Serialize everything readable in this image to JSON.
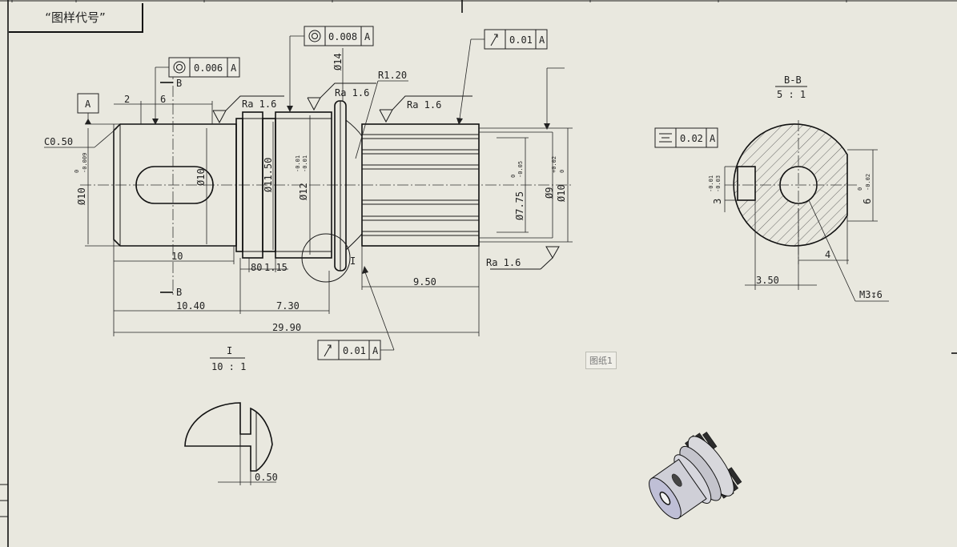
{
  "sheet": {
    "title_stamp": "“图样代号”",
    "sheet_label": "图纸1"
  },
  "main_view": {
    "datum_a": "A",
    "chamfer": "C0.50",
    "radius": "R1.20",
    "section_mark": "B",
    "detail_mark": "I",
    "roughness": [
      "Ra 1.6",
      "Ra 1.6",
      "Ra 1.6",
      "Ra 1.6"
    ],
    "gdt": [
      {
        "symbol": "concentricity",
        "value": "0.006",
        "datum": "A"
      },
      {
        "symbol": "concentricity",
        "value": "0.008",
        "datum": "A"
      },
      {
        "symbol": "runout",
        "value": "0.01",
        "datum": "A"
      },
      {
        "symbol": "runout",
        "value": "0.01",
        "datum": "A"
      }
    ],
    "dims": {
      "d2": "2",
      "d6": "6",
      "d10": "10",
      "d080": "80",
      "d115": "1.15",
      "d950": "9.50",
      "d1040": "10.40",
      "d730": "7.30",
      "d2990": "29.90",
      "phi10": "Ø10",
      "phi10_tol_up": "0",
      "phi10_tol_lo": "-0.009",
      "phi10_slot": "Ø10",
      "phi1150": "Ø11.50",
      "phi12": "Ø12",
      "phi12_tol_up": "-0.01",
      "phi12_tol_lo": "-0.01",
      "phi14": "Ø14",
      "phi775": "Ø7.75",
      "phi775_tol_up": "0",
      "phi775_tol_lo": "-0.05",
      "phi9": "Ø9",
      "phi9_tol_up": "+0.02",
      "phi9_tol_lo": "0",
      "phi10r": "Ø10"
    }
  },
  "section_view": {
    "label": "B-B",
    "scale": "5 : 1",
    "gdt": {
      "symbol": "symmetry",
      "value": "0.02",
      "datum": "A"
    },
    "dims": {
      "w3": "3",
      "w3_tol_up": "-0.01",
      "w3_tol_lo": "-0.03",
      "h6": "6",
      "h6_tol_up": "0",
      "h6_tol_lo": "-0.02",
      "d4": "4",
      "d350": "3.50",
      "thread": "M3↧6"
    }
  },
  "detail_view": {
    "label": "I",
    "scale": "10 : 1",
    "dim": "0.50"
  }
}
